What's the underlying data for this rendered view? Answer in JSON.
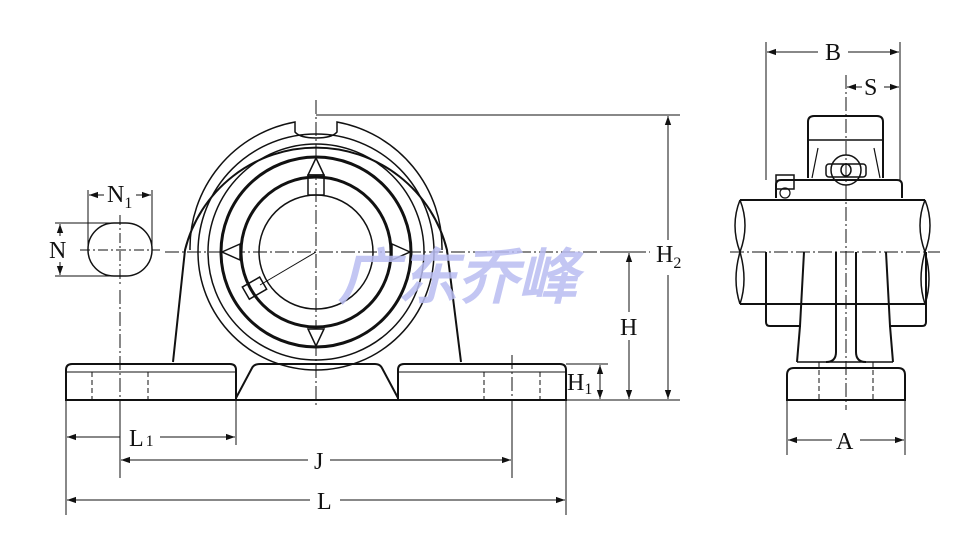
{
  "drawing": {
    "title": "Pillow block bearing unit dimension drawing",
    "watermark": "广东乔峰",
    "colors": {
      "line": "#111111",
      "watermark": "#b9bdf2",
      "background": "#ffffff"
    },
    "front_view": {
      "labels": {
        "N": "N",
        "N1_main": "N",
        "N1_sub": "1",
        "H": "H",
        "H1_main": "H",
        "H1_sub": "1",
        "H2_main": "H",
        "H2_sub": "2",
        "L": "L",
        "L1_main": "L",
        "L1_sub": "1",
        "J": "J"
      }
    },
    "side_view": {
      "labels": {
        "A": "A",
        "B": "B",
        "S": "S"
      }
    }
  }
}
